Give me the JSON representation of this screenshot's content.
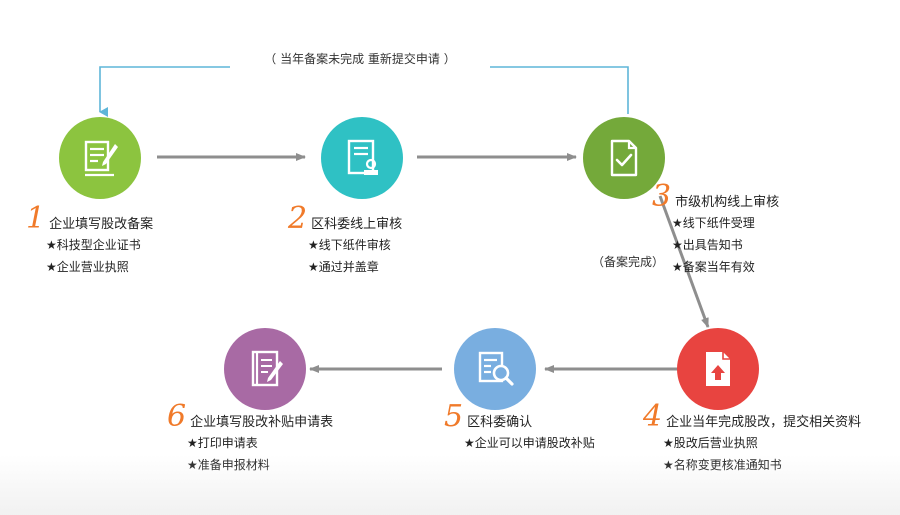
{
  "loop_note": "（ 当年备案未完成  重新提交申请 ）",
  "mid_note": "（备案完成）",
  "colors": {
    "step1": "#8cc43f",
    "step2": "#2fc1c4",
    "step3": "#74a93a",
    "step4": "#e84440",
    "step5": "#79aee0",
    "step6": "#a86aa4",
    "arrow": "#8e8e8e",
    "loop_line": "#5fb6d8",
    "number": "#f07a2a"
  },
  "steps": [
    {
      "num": "1",
      "title": "企业填写股改备案",
      "items": [
        "★科技型企业证书",
        "★企业营业执照"
      ],
      "icon": "form-pen-icon"
    },
    {
      "num": "2",
      "title": "区科委线上审核",
      "items": [
        "★线下纸件审核",
        "★通过并盖章"
      ],
      "icon": "document-stamp-icon"
    },
    {
      "num": "3",
      "title": "市级机构线上审核",
      "items": [
        "★线下纸件受理",
        "★出具告知书",
        "★备案当年有效"
      ],
      "icon": "document-check-icon"
    },
    {
      "num": "4",
      "title": "企业当年完成股改，提交相关资料",
      "items": [
        "★股改后营业执照",
        "★名称变更核准通知书"
      ],
      "icon": "document-upload-icon"
    },
    {
      "num": "5",
      "title": "区科委确认",
      "items": [
        "★企业可以申请股改补贴"
      ],
      "icon": "document-search-icon"
    },
    {
      "num": "6",
      "title": "企业填写股改补贴申请表",
      "items": [
        "★打印申请表",
        "★准备申报材料"
      ],
      "icon": "notebook-pen-icon"
    }
  ]
}
